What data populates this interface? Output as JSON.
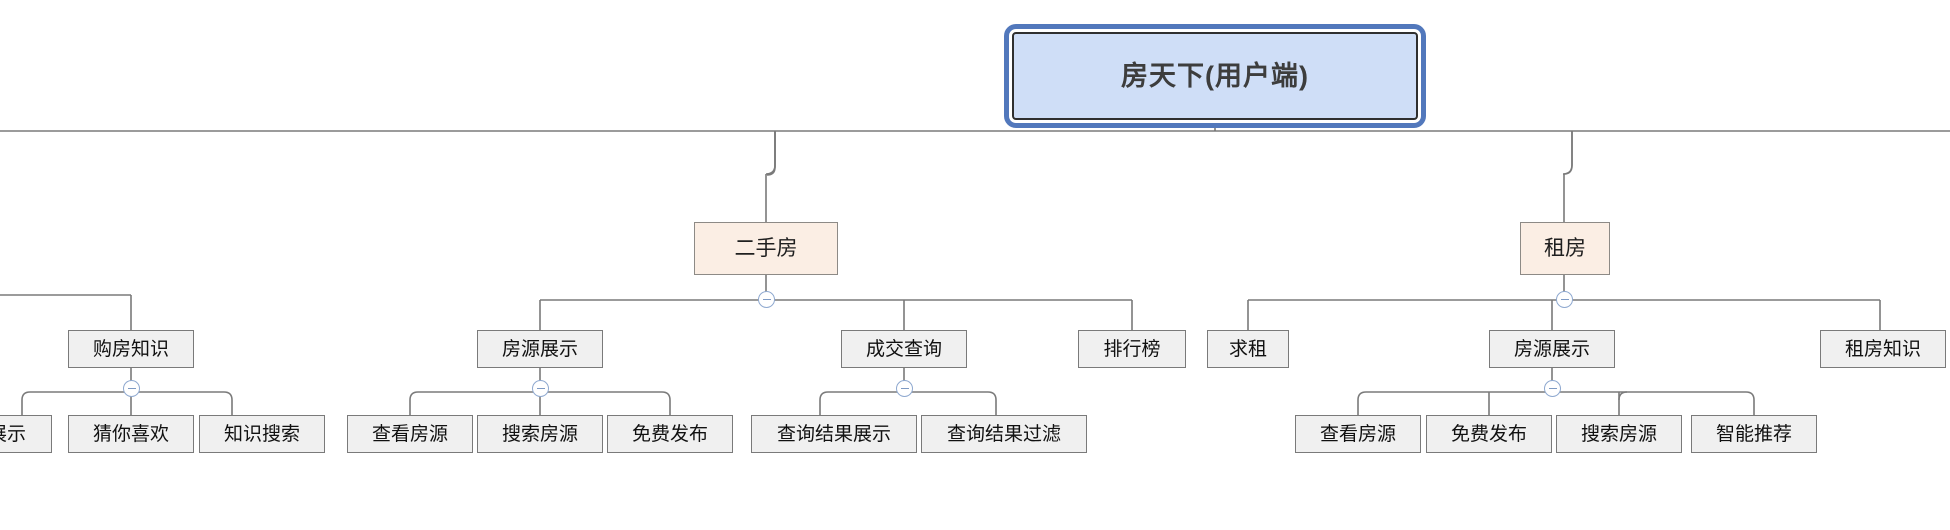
{
  "diagram": {
    "type": "mindmap-tree",
    "title": "房天下(用户端)",
    "colors": {
      "root_fill": "#cfdef7",
      "root_border": "#2f2f2f",
      "root_outline": "#5278bc",
      "category_fill": "#fbeee4",
      "category_border": "#8d8a86",
      "plain_fill": "#f0f0f0",
      "plain_border": "#7a7a7a",
      "edge": "#7a7a7a",
      "badge": "#8fa9d0",
      "background": "#ffffff"
    },
    "collapse_icon": "minus-circle"
  },
  "nodes": {
    "root": {
      "label": "房天下(用户端)"
    },
    "level2": [
      {
        "id": "ershoufang",
        "label": "二手房",
        "collapsible": true
      },
      {
        "id": "zufang",
        "label": "租房",
        "collapsible": true
      }
    ],
    "level3": [
      {
        "id": "goufangzhishi",
        "label": "购房知识",
        "collapsible": true,
        "parent": "offscreen-left"
      },
      {
        "id": "fangyuanzhanshi-esf",
        "label": "房源展示",
        "collapsible": true,
        "parent": "ershoufang"
      },
      {
        "id": "chengjiaochaxun",
        "label": "成交查询",
        "collapsible": true,
        "parent": "ershoufang"
      },
      {
        "id": "paihangbang",
        "label": "排行榜",
        "collapsible": false,
        "parent": "ershoufang"
      },
      {
        "id": "qiuzu",
        "label": "求租",
        "collapsible": false,
        "parent": "zufang"
      },
      {
        "id": "fangyuanzhanshi-zf",
        "label": "房源展示",
        "collapsible": true,
        "parent": "zufang"
      },
      {
        "id": "zufangzhishi",
        "label": "租房知识",
        "collapsible": false,
        "parent": "zufang"
      }
    ],
    "level4": [
      {
        "id": "zhanshi",
        "label": "展示",
        "parent": "goufangzhishi",
        "clipped": true
      },
      {
        "id": "cainixihuan",
        "label": "猜你喜欢",
        "parent": "goufangzhishi"
      },
      {
        "id": "zhishisousuo",
        "label": "知识搜索",
        "parent": "goufangzhishi"
      },
      {
        "id": "chakanfangyuan-esf",
        "label": "查看房源",
        "parent": "fangyuanzhanshi-esf"
      },
      {
        "id": "sousuofangyuan-esf",
        "label": "搜索房源",
        "parent": "fangyuanzhanshi-esf"
      },
      {
        "id": "mianfeifabu-esf",
        "label": "免费发布",
        "parent": "fangyuanzhanshi-esf"
      },
      {
        "id": "chaxunjieguozhanshi",
        "label": "查询结果展示",
        "parent": "chengjiaochaxun"
      },
      {
        "id": "chaxunjieguoguolv",
        "label": "查询结果过滤",
        "parent": "chengjiaochaxun"
      },
      {
        "id": "chakanfangyuan-zf",
        "label": "查看房源",
        "parent": "fangyuanzhanshi-zf"
      },
      {
        "id": "mianfeifabu-zf",
        "label": "免费发布",
        "parent": "fangyuanzhanshi-zf"
      },
      {
        "id": "sousuofangyuan-zf",
        "label": "搜索房源",
        "parent": "fangyuanzhanshi-zf"
      },
      {
        "id": "zhinengtuijian",
        "label": "智能推荐",
        "parent": "fangyuanzhanshi-zf"
      }
    ]
  }
}
